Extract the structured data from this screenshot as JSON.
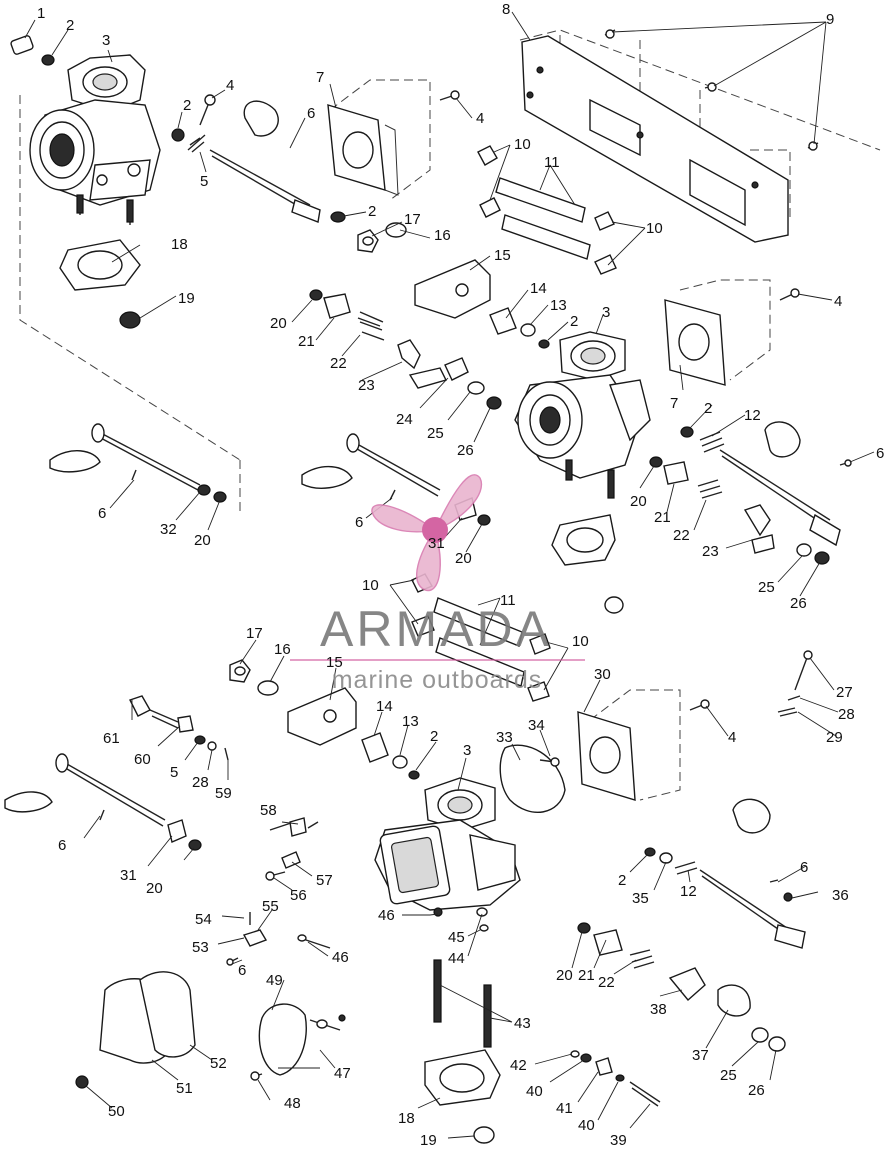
{
  "watermark": {
    "title": "ARMADA",
    "subtitle": "marine outboards",
    "logo": "pink-propeller-logo",
    "accent_color": "#e0a3c4",
    "accent_dark": "#d0559a"
  },
  "callouts": {
    "c1": "1",
    "c2a": "2",
    "c3a": "3",
    "c4a": "4",
    "c2b": "2",
    "c5a": "5",
    "c6a": "6",
    "c7a": "7",
    "c8": "8",
    "c9": "9",
    "c4b": "4",
    "c10a": "10",
    "c11a": "11",
    "c10b": "10",
    "c2c": "2",
    "c17a": "17",
    "c16a": "16",
    "c18a": "18",
    "c15a": "15",
    "c19a": "19",
    "c14a": "14",
    "c13a": "13",
    "c2d": "2",
    "c3b": "3",
    "c4c": "4",
    "c20a": "20",
    "c21a": "21",
    "c22a": "22",
    "c23a": "23",
    "c24": "24",
    "c25a": "25",
    "c26a": "26",
    "c7b": "7",
    "c2e": "2",
    "c12a": "12",
    "c6b": "6",
    "c6c": "6",
    "c32": "32",
    "c20b": "20",
    "c6d": "6",
    "c31a": "31",
    "c20c": "20",
    "c20d": "20",
    "c21b": "21",
    "c22b": "22",
    "c23b": "23",
    "c25b": "25",
    "c26b": "26",
    "c10c": "10",
    "c11b": "11",
    "c10d": "10",
    "c17b": "17",
    "c16b": "16",
    "c15b": "15",
    "c30": "30",
    "c27": "27",
    "c28a": "28",
    "c14b": "14",
    "c13b": "13",
    "c2f": "2",
    "c29": "29",
    "c61": "61",
    "c60": "60",
    "c5b": "5",
    "c28b": "28",
    "c59": "59",
    "c33": "33",
    "c34": "34",
    "c4d": "4",
    "c3c": "3",
    "c6e": "6",
    "c31b": "31",
    "c20e": "20",
    "c58": "58",
    "c57": "57",
    "c56": "56",
    "c55": "55",
    "c54": "54",
    "c53": "53",
    "c6f": "6",
    "c46a": "46",
    "c46b": "46",
    "c45": "45",
    "c44": "44",
    "c2g": "2",
    "c35": "35",
    "c12b": "12",
    "c6g": "6",
    "c36": "36",
    "c20f": "20",
    "c21c": "21",
    "c22c": "22",
    "c38": "38",
    "c37": "37",
    "c25c": "25",
    "c26c": "26",
    "c43": "43",
    "c42": "42",
    "c40a": "40",
    "c41": "41",
    "c40b": "40",
    "c39": "39",
    "c18b": "18",
    "c19b": "19",
    "c49": "49",
    "c47": "47",
    "c48": "48",
    "c50": "50",
    "c51": "51",
    "c52": "52"
  }
}
